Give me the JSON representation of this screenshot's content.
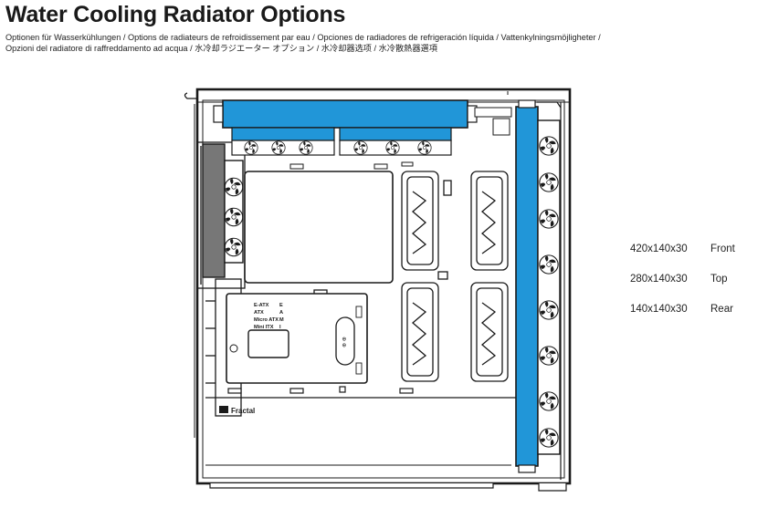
{
  "header": {
    "title": "Water Cooling Radiator Options",
    "subtitle_line1": "Optionen für Wasserkühlungen / Options de radiateurs de refroidissement par eau / Opciones de radiadores de refrigeración líquida / Vattenkylningsmöjligheter /",
    "subtitle_line2": "Opzioni del radiatore di raffreddamento ad acqua / 水冷却ラジエーター オプション / 水冷却器选项 / 水冷散熱器選項"
  },
  "radiator_options": [
    {
      "size": "420x140x30",
      "location": "Front"
    },
    {
      "size": "280x140x30",
      "location": "Top"
    },
    {
      "size": "140x140x30",
      "location": "Rear"
    }
  ],
  "diagram": {
    "brand_label": "Fractal",
    "motherboard_labels": [
      "E-ATX",
      "ATX",
      "Micro ATX",
      "Mini ITX"
    ],
    "motherboard_marks": [
      "E",
      "A",
      "M",
      "I"
    ],
    "colors": {
      "radiator": "#2196d8",
      "rear_radiator": "#777777",
      "outline": "#1a1a1a",
      "fan_fill": "#e4e4e4"
    }
  }
}
